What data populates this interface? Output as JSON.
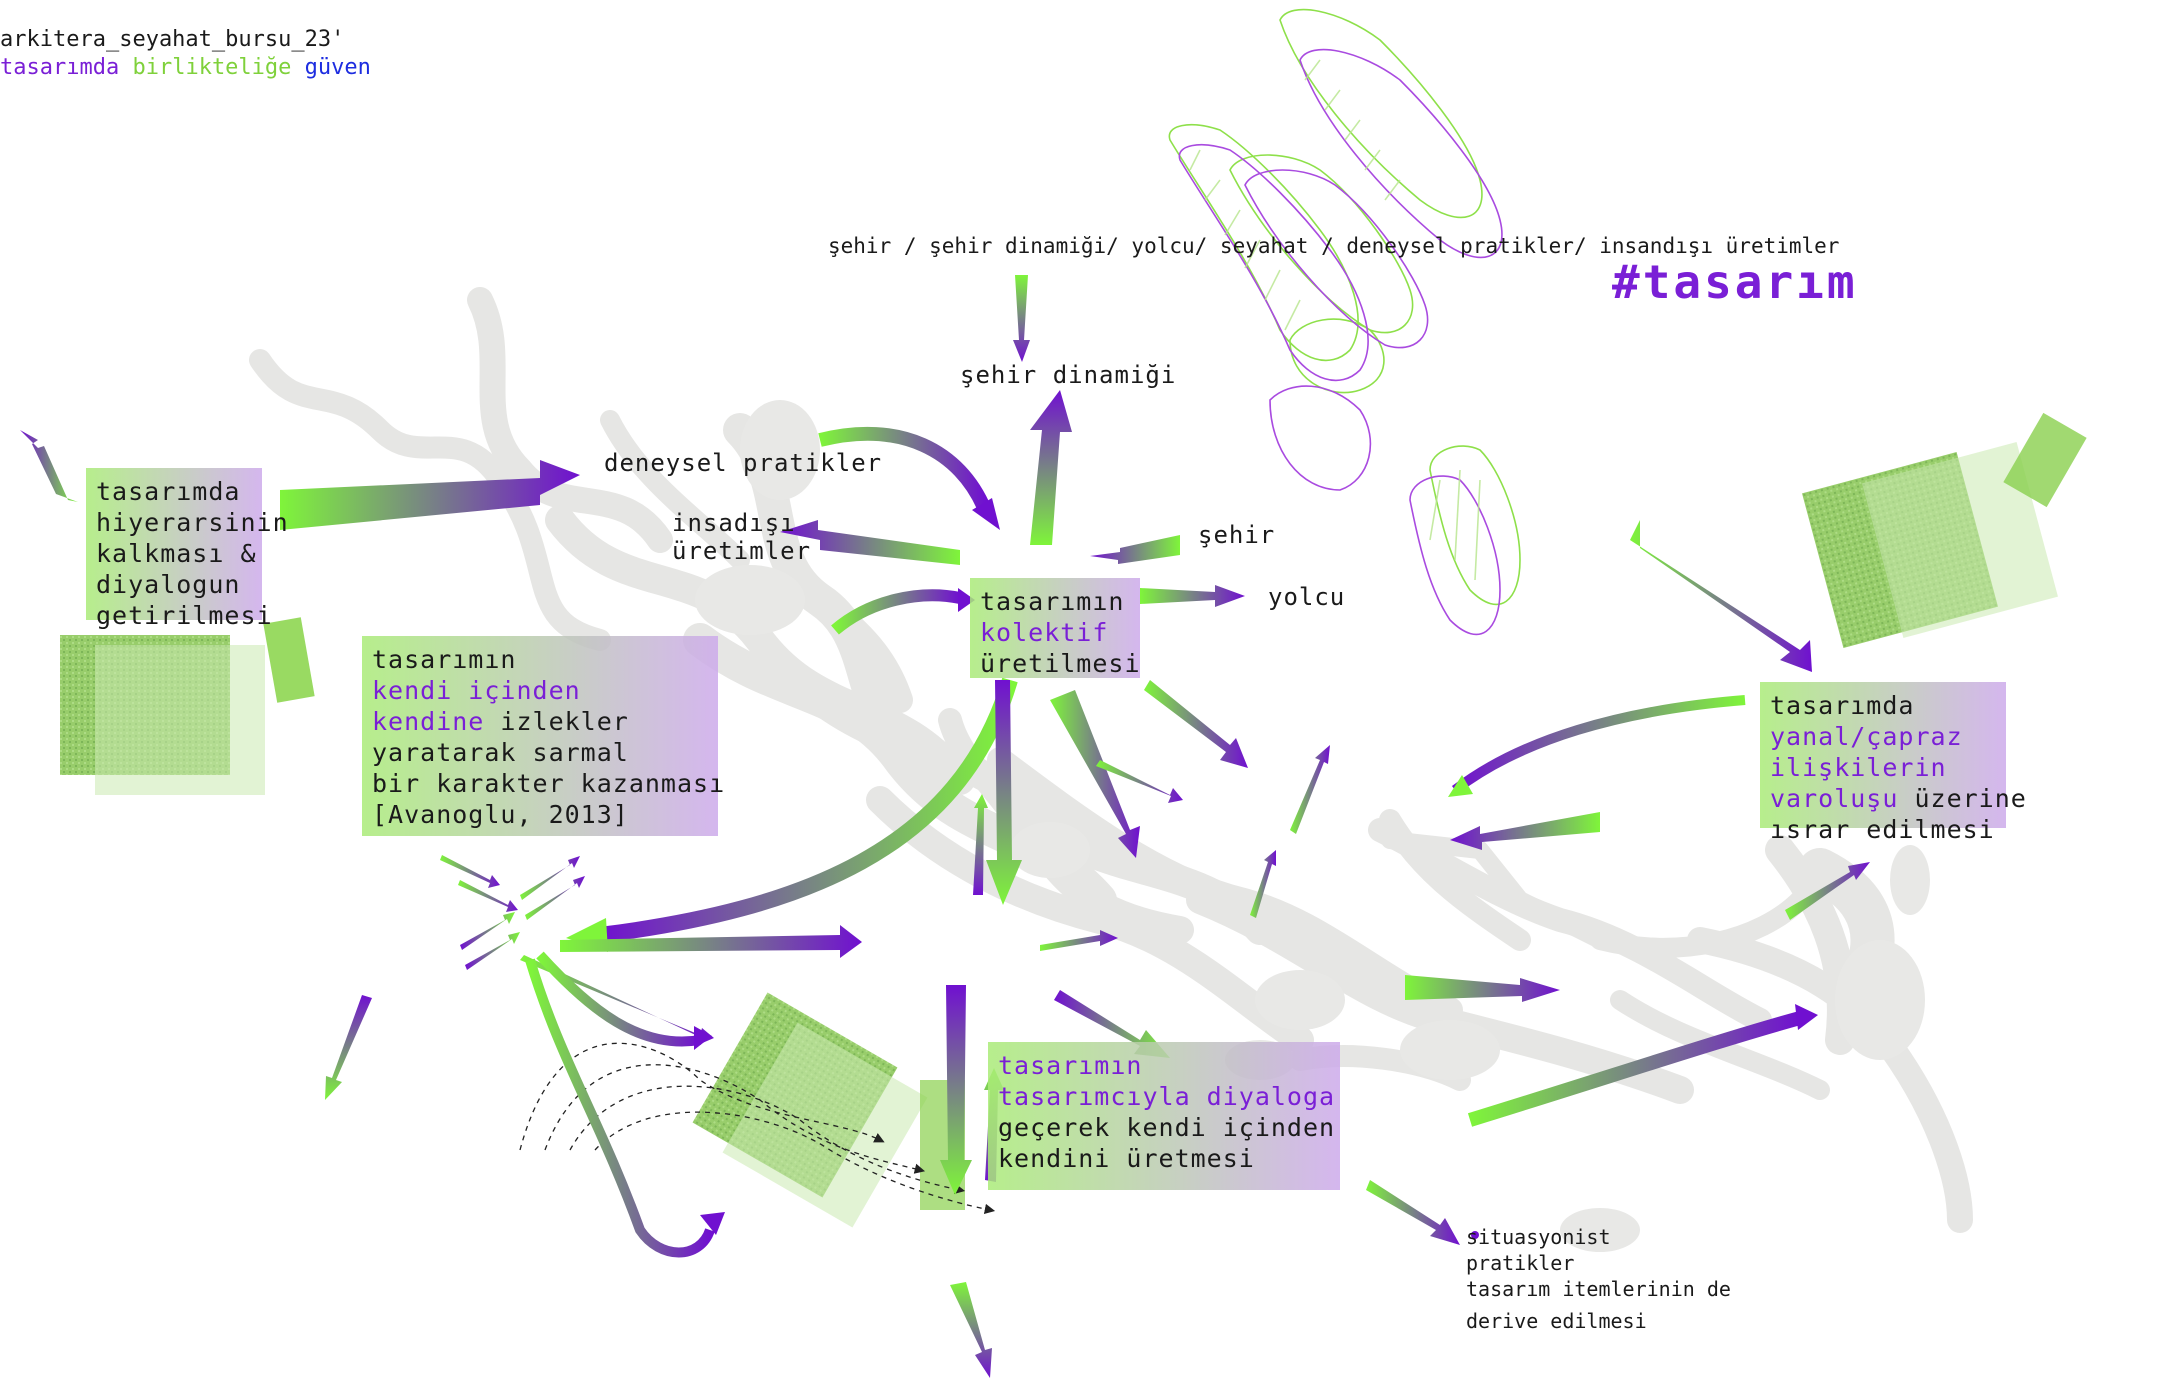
{
  "header": {
    "line1": "arkitera_seyahat_bursu_23'",
    "line2": {
      "part1": "tasarımda",
      "part2": "birlikteliğe",
      "part3": "güven"
    }
  },
  "top_keywords": "şehir / şehir dinamiği/ yolcu/ seyahat / deneysel pratikler/ insandışı üretimler",
  "hashtag": "#tasarım",
  "labels": {
    "sehir_dinamigi": "şehir dinamiği",
    "deneysel_pratikler": "deneysel pratikler",
    "insandisi_1": "insadışı",
    "insandisi_2": "üretimler",
    "sehir": "şehir",
    "yolcu": "yolcu"
  },
  "boxes": {
    "hiyerarsi": [
      "tasarımda",
      "hiyerarsinin",
      "kalkması &",
      "diyalogun",
      "getirilmesi"
    ],
    "kolektif": {
      "line1": "tasarımın",
      "line2": "kolektif",
      "line3": "üretilmesi"
    },
    "sarmal": {
      "line1": "tasarımın",
      "line2": "kendi içinden",
      "line3a": "kendine",
      "line3b": " izlekler",
      "line4": "yaratarak sarmal",
      "line5": "bir karakter kazanması",
      "line6": "[Avanoglu, 2013]"
    },
    "yanal": {
      "line1": "tasarımda",
      "line2": "yanal/çapraz",
      "line3": "ilişkilerin",
      "line4a": "varoluşu",
      "line4b": " üzerine",
      "line5": "ısrar edilmesi"
    },
    "diyaloga": {
      "line1": "tasarımın",
      "line2": "tasarımcıyla diyaloga",
      "line3": "geçerek kendi içinden",
      "line4": "kendini üretmesi"
    }
  },
  "situasyonist": [
    "situasyonist",
    "pratikler",
    "tasarım itemlerinin de",
    "derive edilmesi"
  ],
  "colors": {
    "accent": "#7a1fd6",
    "green": "#7fd13b",
    "blue": "#1d2de0"
  }
}
